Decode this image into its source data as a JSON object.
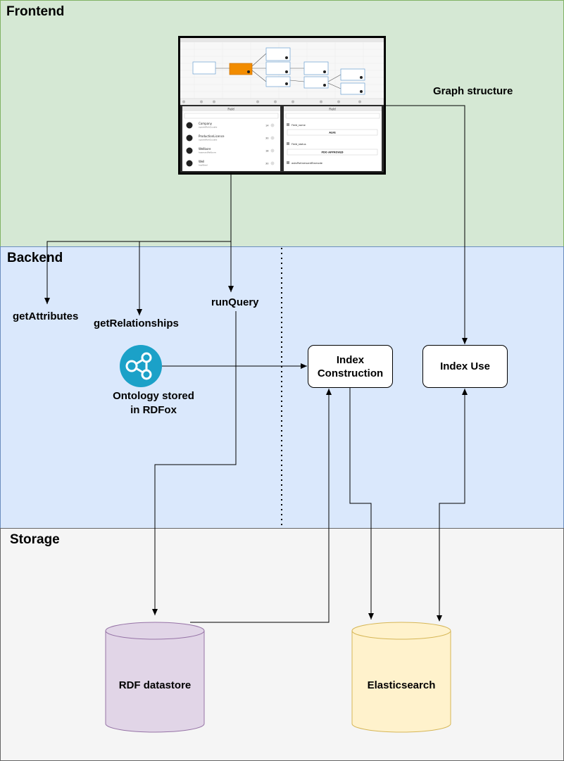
{
  "layers": {
    "frontend": "Frontend",
    "backend": "Backend",
    "storage": "Storage"
  },
  "labels": {
    "graph_structure": "Graph structure",
    "get_attributes": "getAttributes",
    "get_relationships": "getRelationships",
    "run_query": "runQuery",
    "ontology": "Ontology stored\nin RDFox"
  },
  "boxes": {
    "index_construction": "Index\nConstruction",
    "index_use": "Index Use"
  },
  "datastores": {
    "rdf": "RDF datastore",
    "elasticsearch": "Elasticsearch"
  },
  "screenshot": {
    "left_panel_title": "Field",
    "right_panel_title": "Field",
    "left_items": [
      {
        "name": "Company",
        "sub": "oparetFishGuuste",
        "count": "14"
      },
      {
        "name": "ProductionLicence",
        "sub": "oparetFishGuuste",
        "count": "30"
      },
      {
        "name": "Wellbore",
        "sub": "hasmaxWellbore",
        "count": "18"
      },
      {
        "name": "Well",
        "sub": "hasWeel",
        "count": "30"
      }
    ],
    "right_items": [
      {
        "name": "Field_name"
      },
      {
        "name": "ALVE",
        "boxed": true
      },
      {
        "name": "Field_status"
      },
      {
        "name": "PDO APPROVED",
        "boxed": true
      },
      {
        "name": "asksPartnersantEtarnode"
      }
    ]
  },
  "colors": {
    "frontend_fill": "#d5e8d4",
    "backend_fill": "#dae8fc",
    "storage_fill": "#f5f5f5",
    "rdf_fill": "#e1d5e7",
    "elastic_fill": "#fff2cc",
    "ontology_icon": "#1ba1c8",
    "highlight_node": "#f28c00"
  }
}
